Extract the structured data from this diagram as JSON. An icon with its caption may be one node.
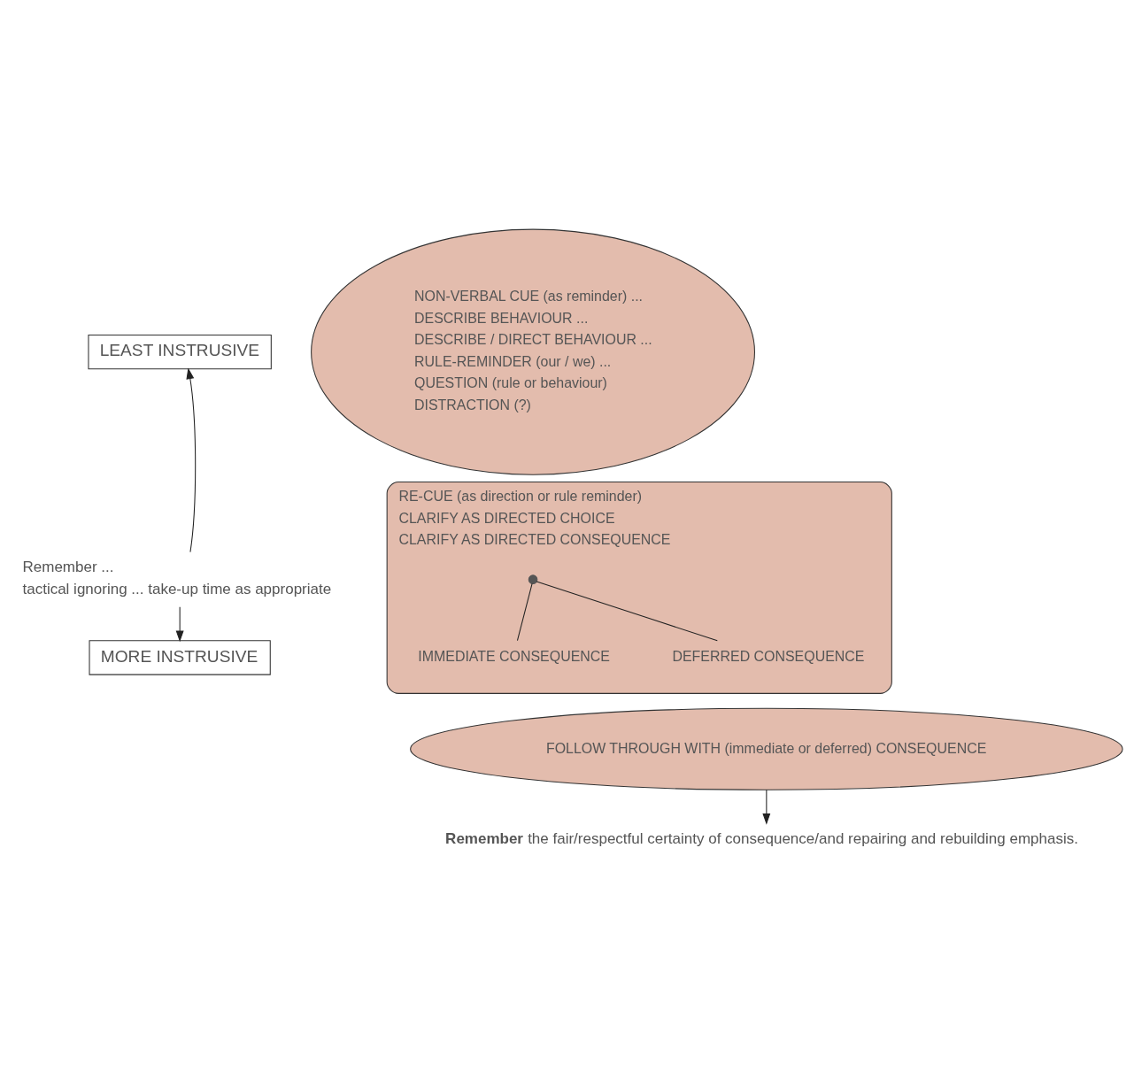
{
  "diagram": {
    "nodes": [
      {
        "text": [
          "LEAST INSTRUSIVE"
        ]
      },
      {
        "text": [
          "MORE INSTRUSIVE"
        ]
      },
      {
        "text": [
          "Remember ...",
          "tactical ignoring ... take-up time as appropriate"
        ]
      },
      {
        "text": [
          "NON-VERBAL CUE (as reminder) ...",
          "DESCRIBE BEHAVIOUR ...",
          "DESCRIBE / DIRECT BEHAVIOUR ...",
          "RULE-REMINDER (our / we) ...",
          "QUESTION (rule or behaviour)",
          "DISTRACTION (?)"
        ]
      },
      {
        "text": [
          "RE-CUE (as direction or rule reminder)",
          "CLARIFY AS DIRECTED CHOICE",
          "CLARIFY AS DIRECTED CONSEQUENCE"
        ]
      },
      {
        "text": [],
        "shape": "circle",
        "in": 4
      },
      {
        "text": [
          "IMMEDIATE CONSEQUENCE"
        ],
        "in": 4
      },
      {
        "text": [
          "DEFERRED CONSEQUENCE"
        ],
        "in": 4
      },
      {
        "text": [
          "FOLLOW THROUGH WITH (immediate or deferred) CONSEQUENCE"
        ]
      },
      {
        "text": [
          "**Remember** the fair/respectful certainty of consequence/and repairing and rebuilding emphasis."
        ]
      }
    ],
    "edges": [
      {
        "from": 2,
        "to": 0,
        "arrow": "to"
      },
      {
        "from": 2,
        "to": 1,
        "arrow": "to"
      },
      {
        "from": 5,
        "to": 6,
        "arrow": "none"
      },
      {
        "from": 5,
        "to": 7,
        "arrow": "none"
      },
      {
        "from": 8,
        "to": 9,
        "arrow": "to"
      }
    ]
  }
}
